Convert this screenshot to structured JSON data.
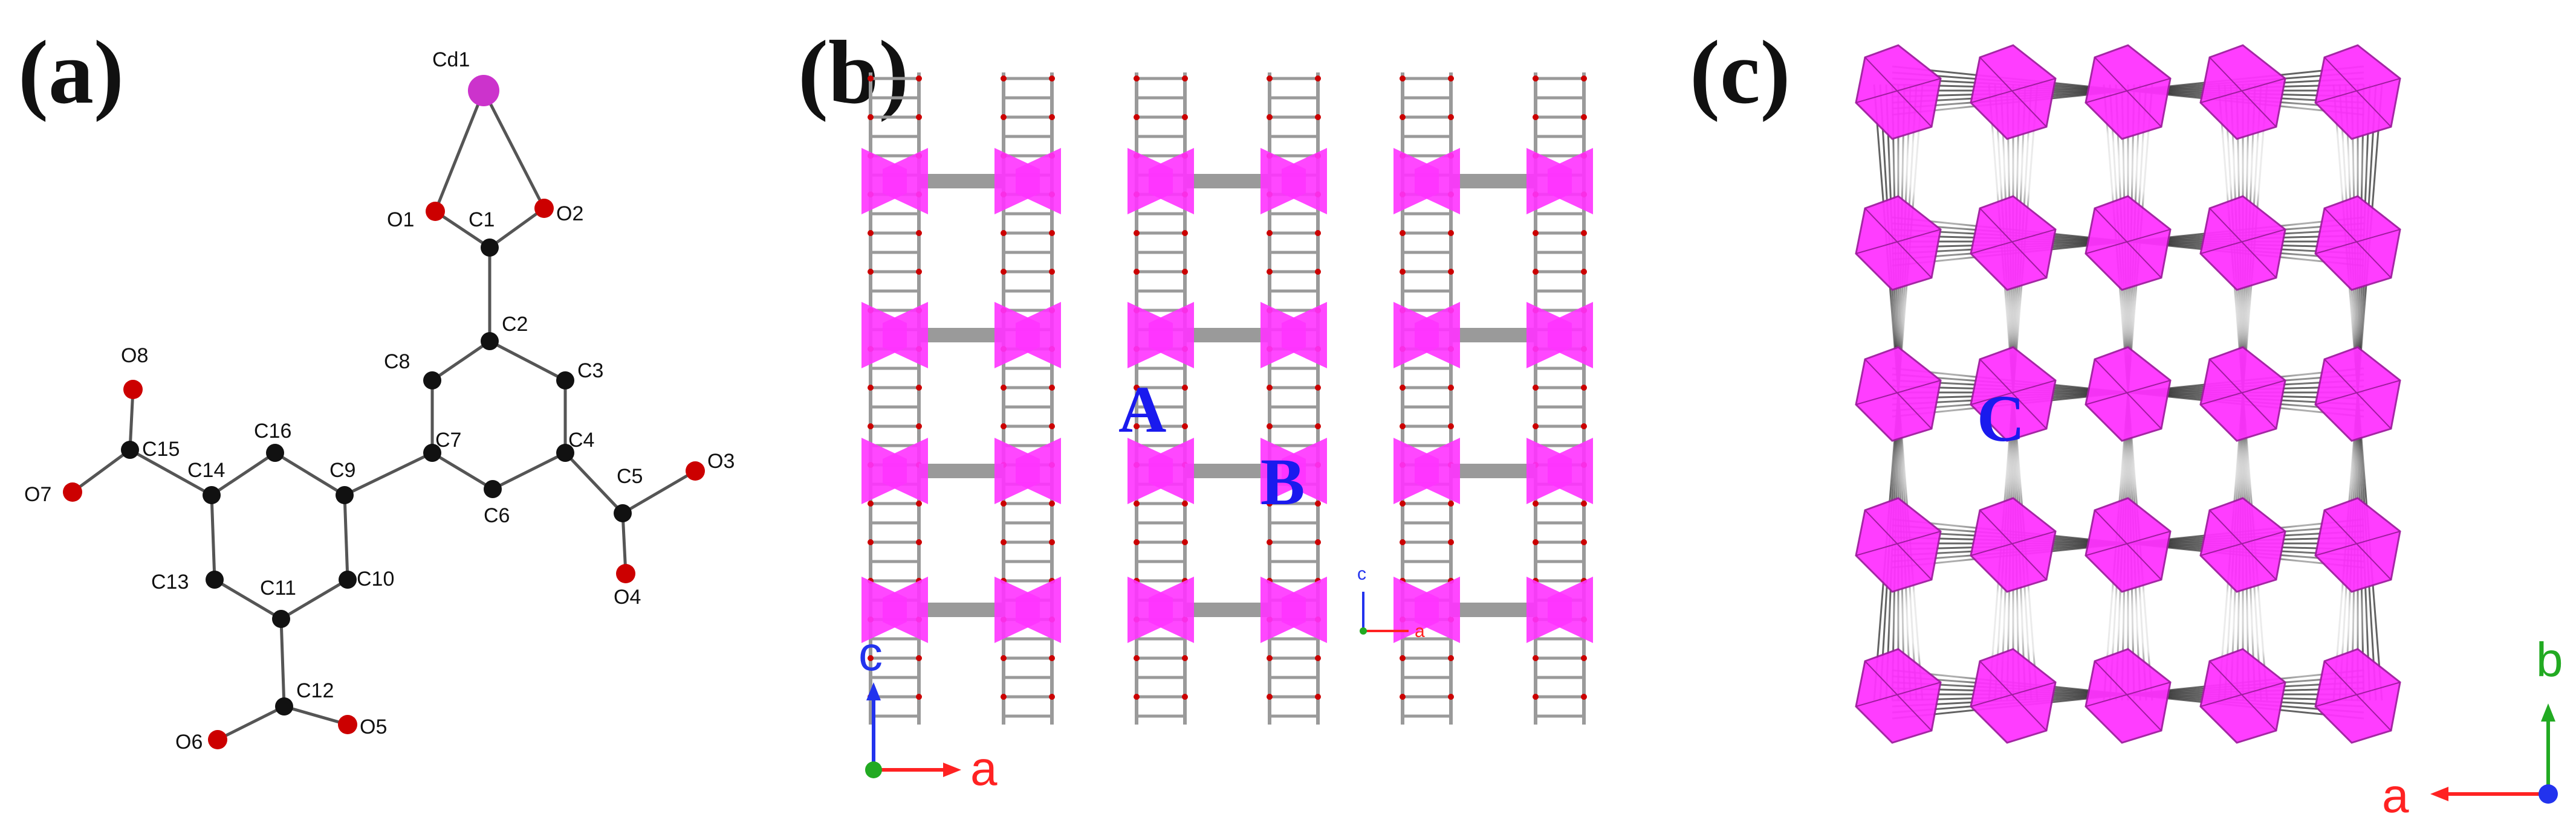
{
  "panels": {
    "a": {
      "label": "(a)",
      "atoms": {
        "Cd1": "Cd1",
        "O1": "O1",
        "O2": "O2",
        "C1": "C1",
        "C2": "C2",
        "C3": "C3",
        "C4": "C4",
        "C5": "C5",
        "O3": "O3",
        "O4": "O4",
        "C6": "C6",
        "C7": "C7",
        "C8": "C8",
        "C9": "C9",
        "C10": "C10",
        "C11": "C11",
        "C12": "C12",
        "O5": "O5",
        "O6": "O6",
        "C13": "C13",
        "C14": "C14",
        "C15": "C15",
        "O7": "O7",
        "O8": "O8",
        "C16": "C16"
      }
    },
    "b": {
      "label": "(b)",
      "pore_a": "A",
      "pore_b": "B",
      "axes_main": {
        "c": "c",
        "a": "a"
      },
      "axes_small": {
        "c": "c",
        "a": "a"
      }
    },
    "c": {
      "label": "(c)",
      "pore_c": "C",
      "axes": {
        "b": "b",
        "a": "a"
      }
    }
  },
  "colors": {
    "carbon": "#111111",
    "oxygen": "#cc0000",
    "cadmium": "#cc33cc",
    "polyhedra": "#ff33ff",
    "framework": "#9a9a9a",
    "pore_label": "#1a1aee",
    "axis_a": "#ff2222",
    "axis_b": "#22aa22",
    "axis_c": "#2233ee"
  }
}
